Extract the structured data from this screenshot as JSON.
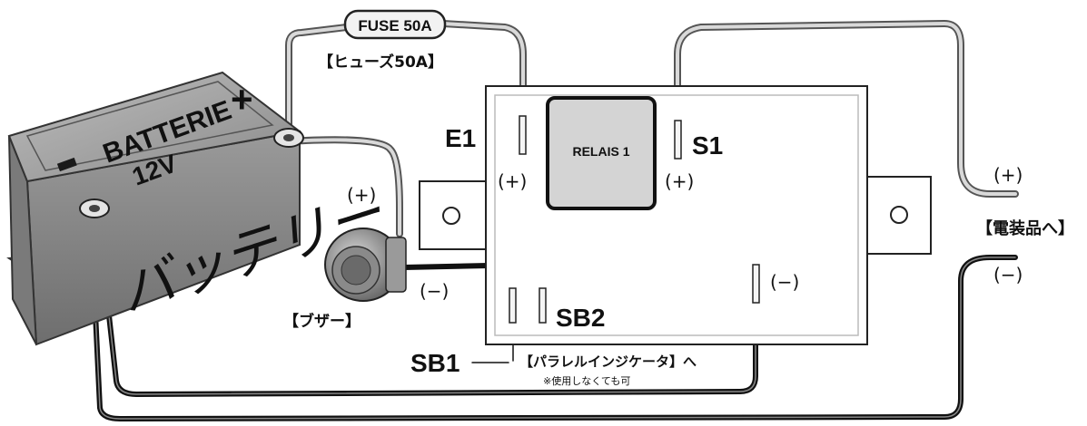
{
  "battery": {
    "label_line1": "BATTERIE",
    "label_line2": "12V",
    "plus_sign": "+",
    "minus_sign": "−",
    "katakana": "バッテリー"
  },
  "fuse": {
    "label": "FUSE 50A",
    "caption": "【ヒューズ50A】"
  },
  "buzzer": {
    "caption": "【ブザー】",
    "plus": "(+)",
    "minus": "(−)"
  },
  "relay": {
    "label": "RELAIS 1",
    "e1": "E1",
    "s1": "S1",
    "e1_plus": "(+)",
    "s1_plus": "(+)",
    "sb2": "SB2",
    "sb1": "SB1",
    "minus": "(−)"
  },
  "indicator": {
    "caption": "【パラレルインジケータ】へ",
    "note": "※使用しなくても可"
  },
  "accessories": {
    "caption": "【電装品へ】",
    "plus": "(+)",
    "minus": "(−)"
  }
}
